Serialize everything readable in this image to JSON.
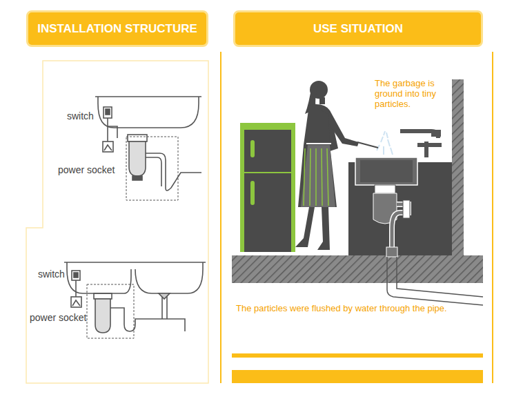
{
  "diagram": {
    "nodes": [
      {
        "text": [
          "INSTALLATION STRUCTURE"
        ]
      },
      {
        "text": [
          "USE SITUATION"
        ]
      }
    ],
    "labels": [
      "switch",
      "power socket",
      "switch",
      "power socket",
      "The garbage is ground into tiny particles.",
      "The particles were flushed by water through the pipe."
    ]
  }
}
